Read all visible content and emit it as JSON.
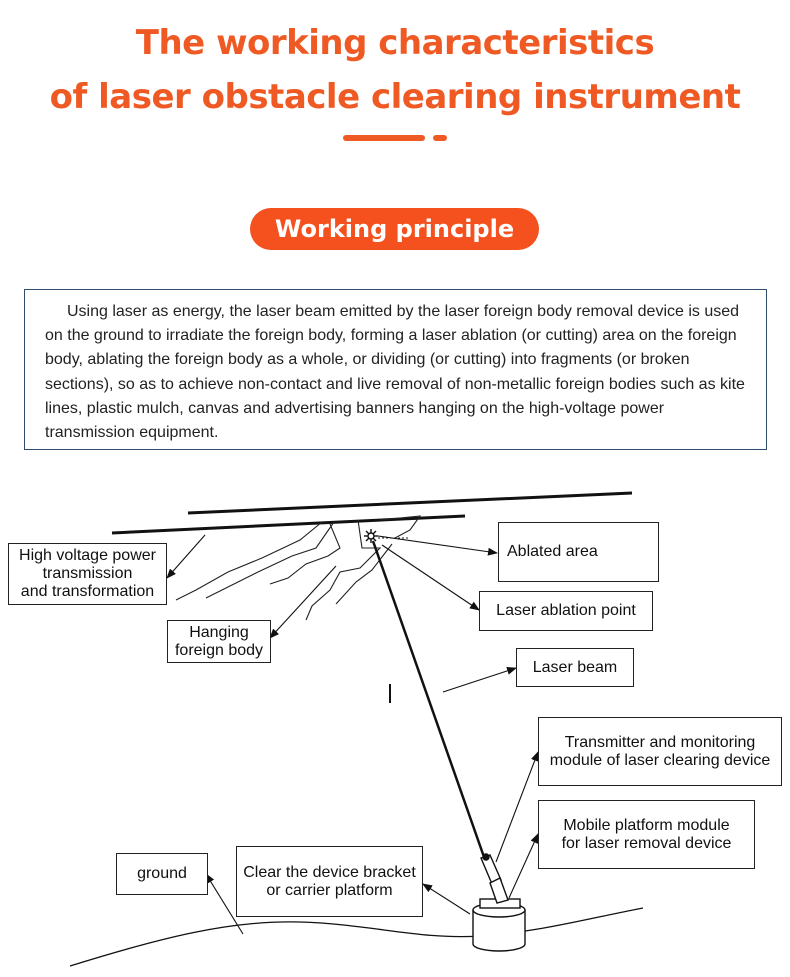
{
  "header": {
    "title_line1": "The working characteristics",
    "title_line2": "of laser obstacle clearing instrument",
    "accent_color": "#ef5a24"
  },
  "section": {
    "pill_label": "Working principle",
    "pill_color": "#f4511e"
  },
  "description": "Using laser as energy, the laser beam emitted by the laser foreign body removal device is used on the ground to irradiate the foreign body, forming a laser ablation (or cutting) area on the foreign body, ablating the foreign body as a whole, or dividing (or cutting) into fragments (or broken sections), so as to achieve non-contact and live removal of non-metallic foreign bodies such as kite lines, plastic mulch, canvas and advertising banners hanging on the high-voltage power transmission equipment.",
  "diagram": {
    "labels": {
      "high_voltage": "High voltage power\ntransmission\nand transformation",
      "hanging_foreign_body": "Hanging\nforeign body",
      "ablated_area": "Ablated area",
      "laser_ablation_point": "Laser ablation point",
      "laser_beam": "Laser beam",
      "transmitter_module": "Transmitter and monitoring\nmodule of laser clearing device",
      "mobile_platform": "Mobile platform module\nfor laser removal device",
      "ground": "ground",
      "device_bracket": "Clear the device bracket\nor carrier platform"
    }
  }
}
